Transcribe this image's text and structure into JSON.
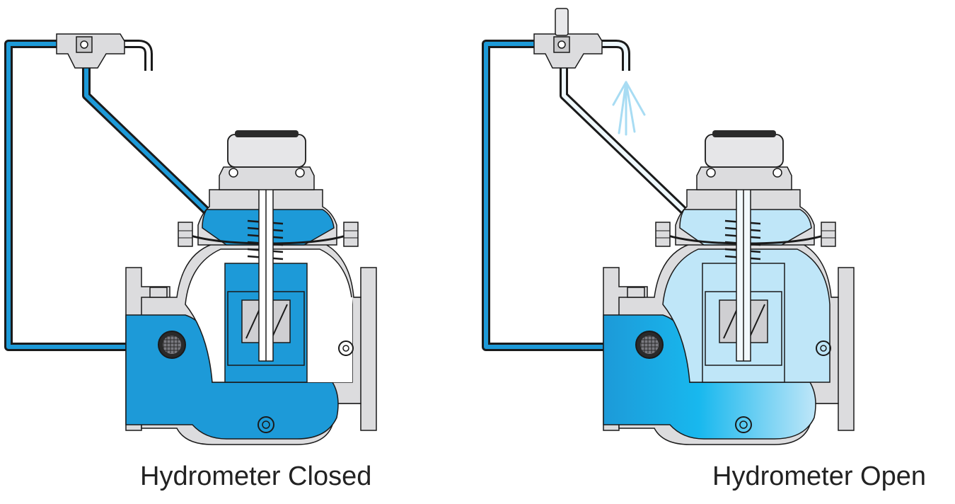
{
  "diagrams": [
    {
      "id": "closed",
      "caption": "Hydrometer Closed",
      "state": "closed"
    },
    {
      "id": "open",
      "caption": "Hydrometer Open",
      "state": "open"
    }
  ],
  "colors": {
    "water": "#1d9ad8",
    "water_light": "#bfe6f8",
    "body": "#dcdcde",
    "outline": "#1a1a1a",
    "spray": "#a8dcf3"
  }
}
